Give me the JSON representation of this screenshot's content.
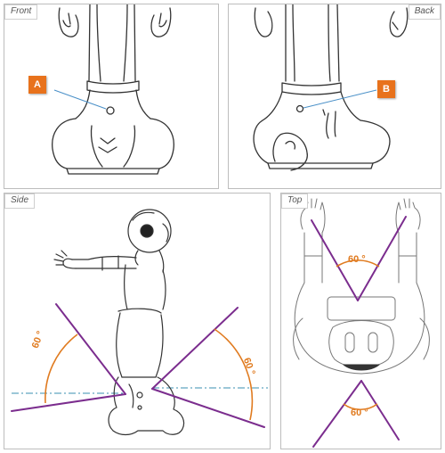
{
  "panels": {
    "front": {
      "title": "Front"
    },
    "back": {
      "title": "Back"
    },
    "side": {
      "title": "Side"
    },
    "top": {
      "title": "Top"
    }
  },
  "callouts": {
    "a": "A",
    "b": "B"
  },
  "angles": {
    "side_left": "60 °",
    "side_right": "60 °",
    "top_upper": "60 °",
    "top_lower": "60 °"
  },
  "colors": {
    "callout": "#e8721c",
    "angle_arc": "#e07b20",
    "angle_lines": "#7b2d8e",
    "leader_line": "#4a90c8",
    "axis_line": "#3a8fb0",
    "outline": "#333333",
    "panel_border": "#bdbdbd"
  }
}
